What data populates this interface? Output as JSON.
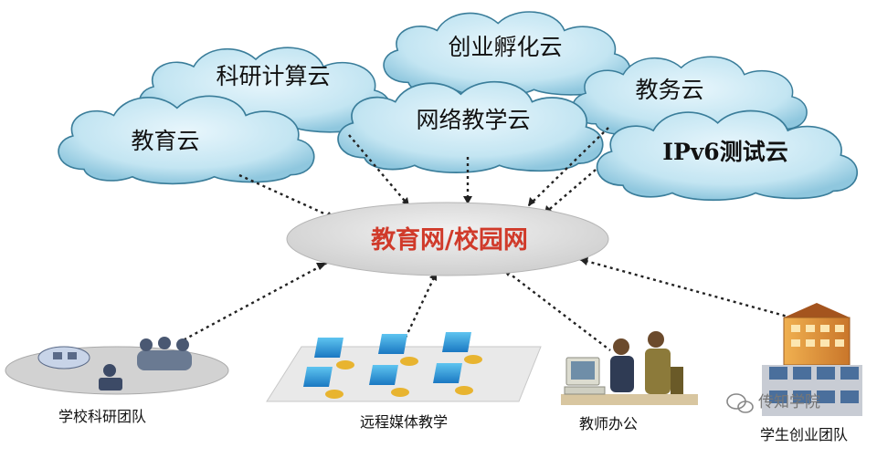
{
  "clouds": {
    "keyan": "科研计算云",
    "chuangye": "创业孵化云",
    "jiaowu": "教务云",
    "wangluo": "网络教学云",
    "jiaoyu": "教育云",
    "ipv6": "IPv6测试云"
  },
  "hub": {
    "label": "教育网/校园网"
  },
  "nodes": {
    "research": "学校科研团队",
    "media": "远程媒体教学",
    "office": "教师办公",
    "startup": "学生创业团队"
  },
  "watermark": {
    "text": "传知学院"
  },
  "colors": {
    "cloud_fill_center": "#e4f4fb",
    "cloud_fill_edge": "#9fd2e6",
    "cloud_stroke": "#3a7d9a",
    "hub_fill": "#e6e6e6",
    "hub_text": "#d03a2a",
    "connector": "#222222"
  }
}
